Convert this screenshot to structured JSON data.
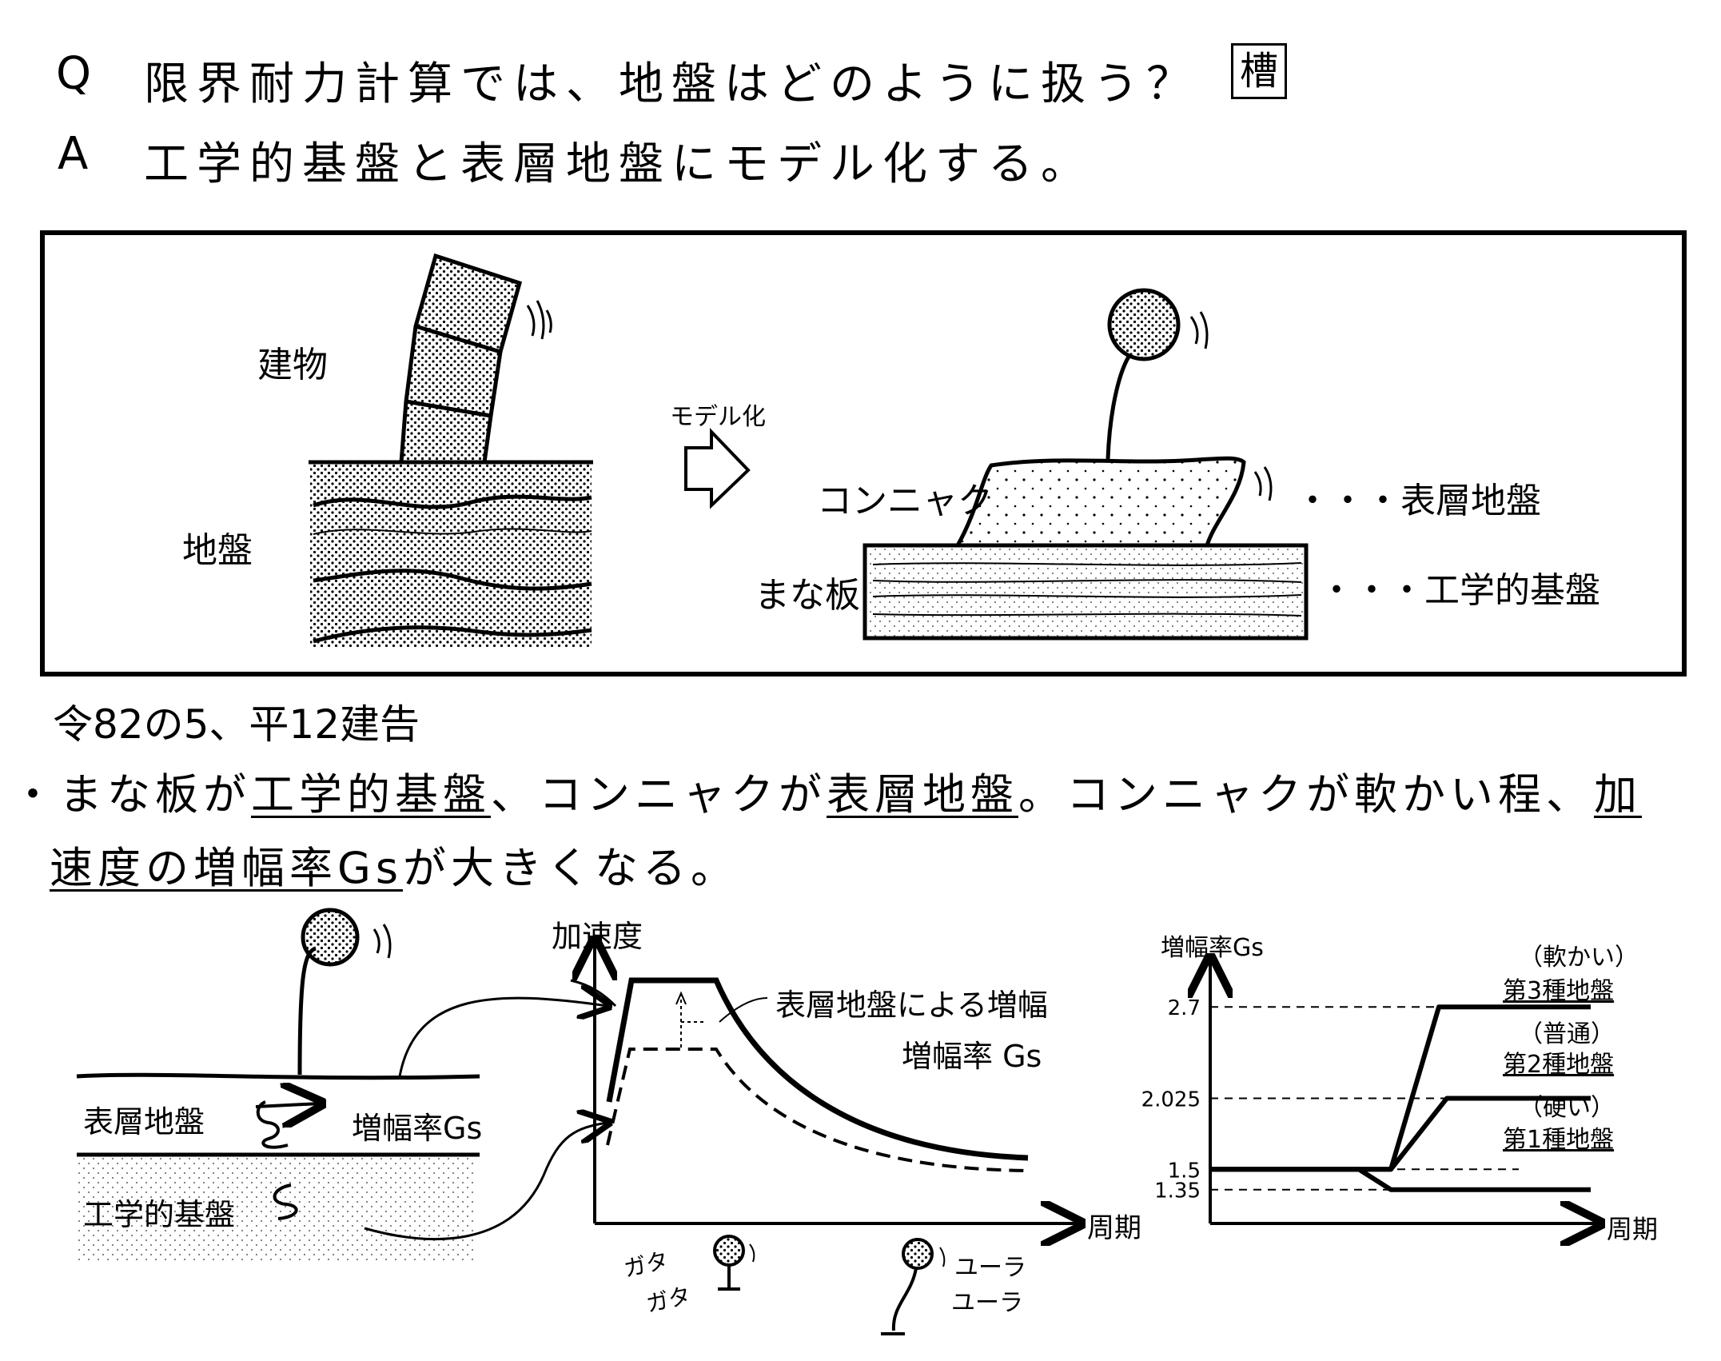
{
  "header": {
    "q_mark": "Q",
    "question": "限界耐力計算では、地盤はどのように扱う？",
    "kanji_icon": "槽",
    "a_mark": "A",
    "answer": "工学的基盤と表層地盤にモデル化する。"
  },
  "model_figure": {
    "building_label": "建物",
    "ground_label": "地盤",
    "arrow_label": "モデル化",
    "konnyaku_label": "コンニャク",
    "surface_label": "・・・表層地盤",
    "board_label": "まな板",
    "bedrock_label": "・・・工学的基盤"
  },
  "reference": "令82の5、平12建告",
  "note": {
    "bullet": "・",
    "p1": "まな板が",
    "u1": "工学的基盤",
    "p2": "、コンニャクが",
    "u2": "表層地盤",
    "p3": "。コンニャクが軟かい程、",
    "u3a": "加",
    "u3b": "速度の増幅率Gs",
    "p4": "が大きくなる。"
  },
  "left_diagram": {
    "surface": "表層地盤",
    "amp": "増幅率Gs",
    "bedrock": "工学的基盤"
  },
  "mid_chart": {
    "y_label": "加速度",
    "x_label": "周期",
    "annot1": "表層地盤による増幅",
    "annot2": "増幅率 Gs",
    "gata1": "ガタ",
    "gata2": "ガタ",
    "yura1": "ユーラ",
    "yura2": "ユーラ"
  },
  "chart_data": {
    "type": "line",
    "title": "",
    "ylabel": "増幅率Gs",
    "xlabel": "周期",
    "y_ticks": [
      "2.7",
      "2.025",
      "1.5",
      "1.35"
    ],
    "series": [
      {
        "name": "第3種地盤",
        "note": "（軟かい）",
        "values": [
          1.5,
          1.5,
          2.7,
          2.7
        ]
      },
      {
        "name": "第2種地盤",
        "note": "（普通）",
        "values": [
          1.5,
          1.5,
          2.025,
          2.025
        ]
      },
      {
        "name": "第1種地盤",
        "note": "（硬い）",
        "values": [
          1.5,
          1.5,
          1.35,
          1.35
        ]
      }
    ],
    "grid": false
  }
}
